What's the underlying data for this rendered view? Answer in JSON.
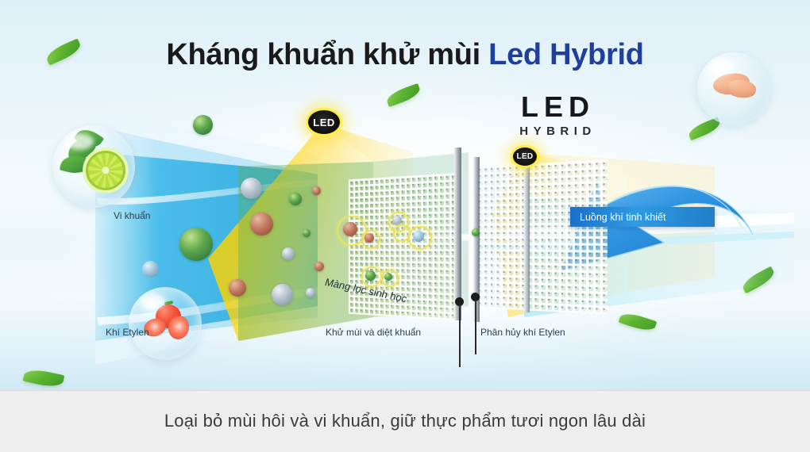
{
  "page": {
    "title_plain": "Kháng khuẩn khử mùi ",
    "title_accent": "Led Hybrid",
    "caption": "Loại bỏ mùi hôi và vi khuẩn, giữ thực phẩm tươi ngon lâu dài"
  },
  "wordmark": {
    "primary": "LED",
    "secondary": "HYBRID"
  },
  "badges": {
    "led_front": "LED",
    "led_back": "LED"
  },
  "labels": {
    "bacteria": "Vi khuẩn",
    "ethylene_gas": "Khí Etylen",
    "bio_filter": "Màng lọc sinh học",
    "deodorize_kill": "Khử mùi và diệt khuẩn",
    "decompose_ethylene": "Phân hủy khí Etylen",
    "clean_air_flow": "Luồng khí tinh khiết"
  },
  "colors": {
    "title_accent": "#1f3f9e",
    "title_plain": "#1a1a1a",
    "banner_blue": "#2f9be0",
    "arrow_blue": "#2c92e0",
    "badge_yellow": "#ffe228",
    "caption_text": "#3b3b3b",
    "bottom_bar": "#eeeeee",
    "sky_top": "#dff0f8",
    "sky_bottom": "#cfe8f4"
  },
  "objects": {
    "bubble_lime": "lime-mint-bubble",
    "bubble_tomato": "tomato-bubble",
    "bubble_meat": "meat-bubble",
    "arrow": "curved-blue-arrow",
    "panel_front": "bio-filter-panel",
    "panel_back": "led-hybrid-panel"
  }
}
